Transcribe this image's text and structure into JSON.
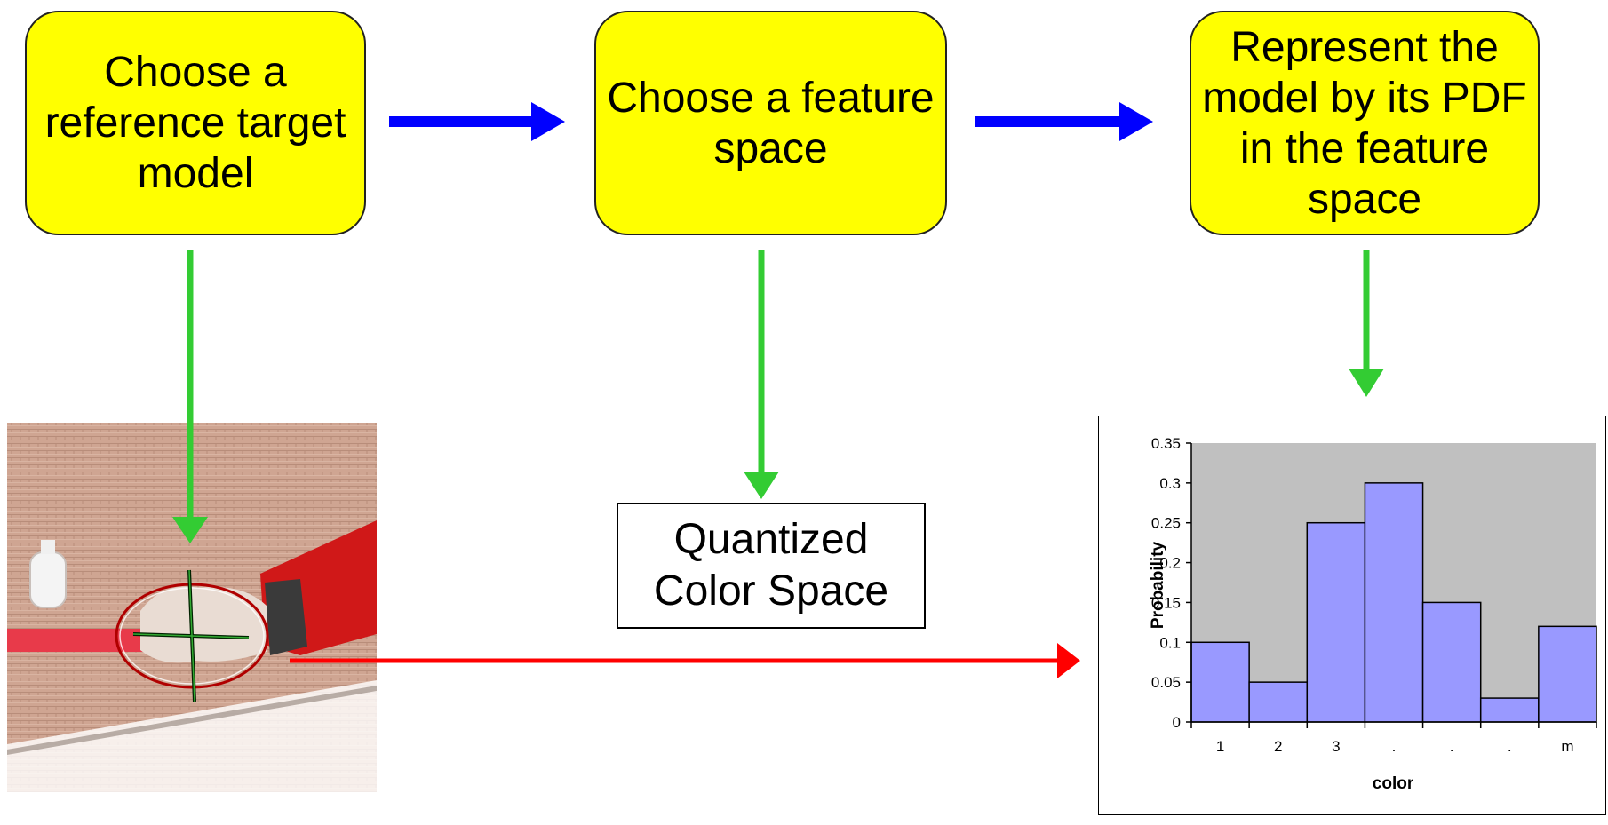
{
  "steps": [
    {
      "label": "Choose a reference target model"
    },
    {
      "label": "Choose a feature space"
    },
    {
      "label": "Represent the model by its PDF in the feature space"
    }
  ],
  "feature_space_box": {
    "label": "Quantized Color Space"
  },
  "colors": {
    "step_box": "#ffff00",
    "blue_arrow": "#0000ff",
    "green_arrow": "#33cc33",
    "red_arrow": "#ff0000",
    "plot_area": "#c0c0c0",
    "bar_fill": "#9999ff"
  },
  "chart_data": {
    "type": "bar",
    "categories": [
      "1",
      "2",
      "3",
      ".",
      ".",
      ".",
      "m"
    ],
    "values": [
      0.1,
      0.05,
      0.25,
      0.3,
      0.15,
      0.03,
      0.12
    ],
    "xlabel": "color",
    "ylabel": "Probability",
    "ylim": [
      0,
      0.35
    ],
    "yticks": [
      "0",
      "0.05",
      "0.1",
      "0.15",
      "0.2",
      "0.25",
      "0.3",
      "0.35"
    ],
    "grid": false
  }
}
